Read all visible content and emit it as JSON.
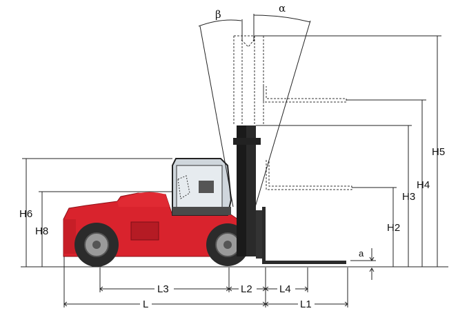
{
  "labels": {
    "alpha": "α",
    "beta": "β",
    "H2": "H2",
    "H3": "H3",
    "H4": "H4",
    "H5": "H5",
    "H6": "H6",
    "H8": "H8",
    "a": "a",
    "L": "L",
    "L1": "L1",
    "L2": "L2",
    "L3": "L3",
    "L4": "L4"
  },
  "colors": {
    "body_red": "#d9232d",
    "dark": "#1a1a1a",
    "tire": "#2b2b2b",
    "rim": "#9a9a9a",
    "cab_glass": "#cfd6dc"
  }
}
